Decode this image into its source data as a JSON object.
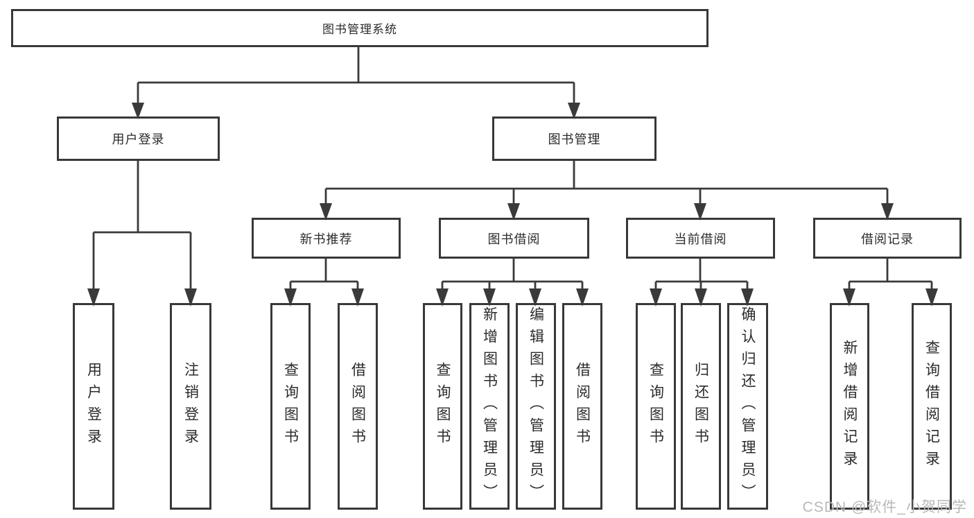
{
  "diagram": {
    "root": {
      "label": "图书管理系统"
    },
    "branches": [
      {
        "label": "用户登录",
        "children": [
          {
            "label": "用户登录"
          },
          {
            "label": "注销登录"
          }
        ]
      },
      {
        "label": "图书管理",
        "children": [
          {
            "label": "新书推荐",
            "children": [
              {
                "label": "查询图书"
              },
              {
                "label": "借阅图书"
              }
            ]
          },
          {
            "label": "图书借阅",
            "children": [
              {
                "label": "查询图书"
              },
              {
                "label": "新增图书（管理员）"
              },
              {
                "label": "编辑图书（管理员）"
              },
              {
                "label": "借阅图书"
              }
            ]
          },
          {
            "label": "当前借阅",
            "children": [
              {
                "label": "查询图书"
              },
              {
                "label": "归还图书"
              },
              {
                "label": "确认归还（管理员）"
              }
            ]
          },
          {
            "label": "借阅记录",
            "children": [
              {
                "label": "新增借阅记录"
              },
              {
                "label": "查询借阅记录"
              }
            ]
          }
        ]
      }
    ]
  },
  "watermark": {
    "text": "CSDN @软件_小贺同学"
  },
  "colors": {
    "line": "#3a3a3a",
    "box_border": "#383838",
    "text": "#2b2b2b",
    "watermark": "#b8b8b8",
    "background": "#ffffff"
  }
}
